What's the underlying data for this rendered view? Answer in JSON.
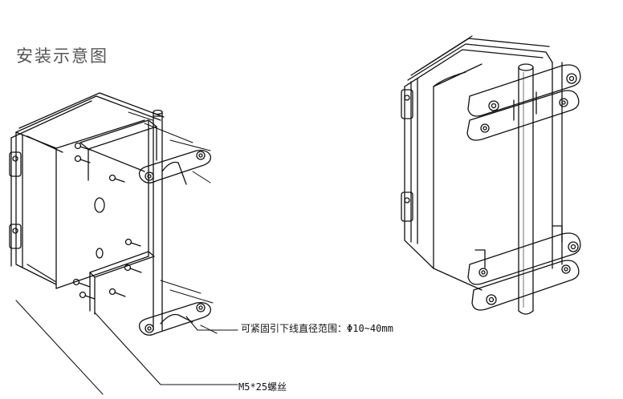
{
  "title": "安装示意图",
  "callouts": {
    "clamp_range": "可紧固引下线直径范围：Φ10~40mm",
    "screw": "M5*25螺丝"
  },
  "colors": {
    "line": "#111111",
    "title": "#555555",
    "background": "#ffffff"
  }
}
